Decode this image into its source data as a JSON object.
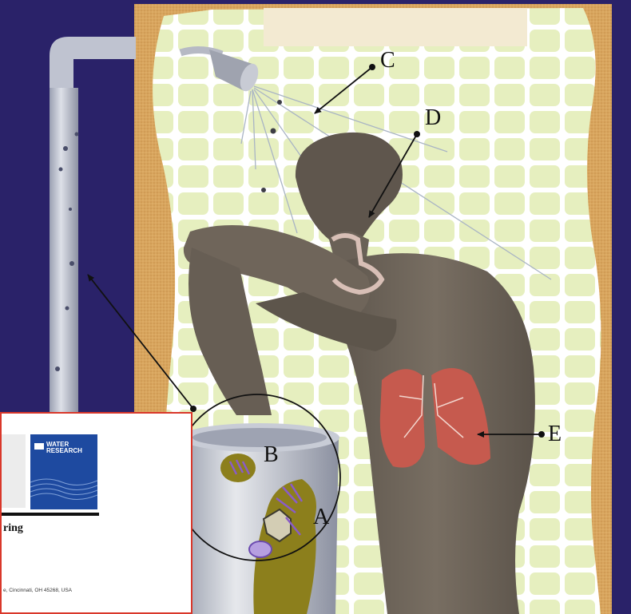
{
  "labels": {
    "a": "A",
    "b": "B",
    "c": "C",
    "d": "D",
    "e": "E"
  },
  "paper": {
    "journal_title_line1": "WATER",
    "journal_title_line2": "RESEARCH",
    "title_fragment": "ring",
    "address_fragment": "e, Cincinnati, OH 45268, USA"
  },
  "colors": {
    "background": "#2a2269",
    "wall_tile": "#e6efbf",
    "grout": "#ffffff",
    "wall_border": "#d8a55e",
    "pipe": "#c5c9d6",
    "person_skin": "#6e6459",
    "lungs": "#c65a4e",
    "biofilm": "#8c7f1c",
    "pathogen": "#8a5cc8",
    "frame_border": "#d9372a"
  }
}
